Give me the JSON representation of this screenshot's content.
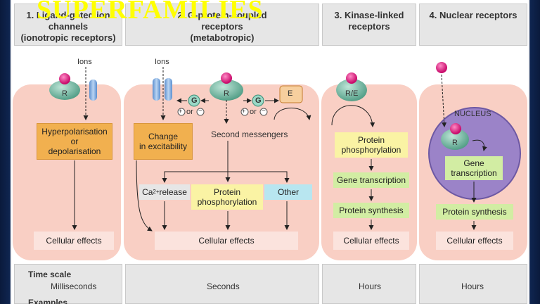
{
  "title": "SUPERFAMILIES",
  "headers": [
    "1. Ligand-gated ion\nchannels\n(ionotropic receptors)",
    "2. G-protein-coupled\nreceptors\n(metabotropic)",
    "3. Kinase-linked\nreceptors",
    "4. Nuclear receptors"
  ],
  "col1": {
    "ions": "Ions",
    "receptor": "R",
    "box": "Hyperpolarisation\nor\ndepolarisation",
    "effects": "Cellular effects"
  },
  "col2": {
    "ions": "Ions",
    "receptor": "R",
    "g": "G",
    "e": "E",
    "or_text": "or",
    "change": "Change\nin excitability",
    "second_messengers": "Second messengers",
    "ca_prefix": "Ca",
    "ca_sup": "2+",
    "ca_suffix": " release",
    "protein": "Protein\nphosphorylation",
    "other": "Other",
    "effects": "Cellular effects"
  },
  "col3": {
    "receptor": "R/E",
    "protein": "Protein\nphosphorylation",
    "gene": "Gene transcription",
    "synth": "Protein synthesis",
    "effects": "Cellular effects"
  },
  "col4": {
    "nucleus": "NUCLEUS",
    "receptor": "R",
    "gene": "Gene\ntranscription",
    "synth": "Protein synthesis",
    "effects": "Cellular effects"
  },
  "table": {
    "timescale_label": "Time scale",
    "examples_label": "Examples",
    "values": [
      "Milliseconds",
      "Seconds",
      "Hours",
      "Hours"
    ]
  },
  "colors": {
    "cell": "#f9cfc4",
    "orange": "#f1b04f",
    "yellow": "#faf3a4",
    "green": "#d2eda3",
    "cyan": "#b8e6f0",
    "ligand": "#e0107a",
    "receptor": "#5aa88f",
    "nucleus": "#9b83c8"
  }
}
